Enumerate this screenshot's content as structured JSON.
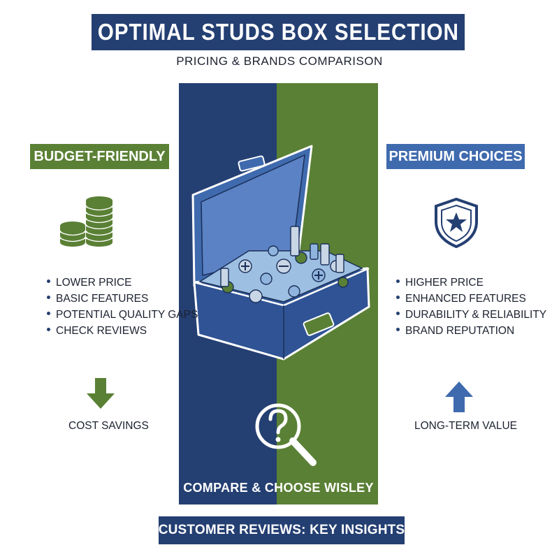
{
  "title": "OPTIMAL STUDS BOX SELECTION",
  "subtitle": "PRICING & BRANDS COMPARISON",
  "colors": {
    "navy": "#243f72",
    "green": "#5a8035",
    "blue": "#3f6aae",
    "lightBlue": "#8fb4dd"
  },
  "center": {
    "caption": "COMPARE & CHOOSE WISLEY",
    "illustration_icon": "parts-box-icon",
    "search_icon": "magnifier-question-icon"
  },
  "budget": {
    "label": "BUDGET-FRIENDLY",
    "icon": "coin-stacks-icon",
    "features": [
      "LOWER PRICE",
      "BASIC FEATURES",
      "POTENTIAL QUALITY GAPS",
      "CHECK REVIEWS"
    ],
    "arrow_icon": "arrow-down-icon",
    "outcome": "COST SAVINGS"
  },
  "premium": {
    "label": "PREMIUM CHOICES",
    "icon": "star-shield-icon",
    "features": [
      "HIGHER PRICE",
      "ENHANCED FEATURES",
      "DURABILITY & RELIABILITY",
      "BRAND REPUTATION"
    ],
    "arrow_icon": "arrow-up-icon",
    "outcome": "LONG-TERM VALUE"
  },
  "footer": "CUSTOMER REVIEWS: KEY INSIGHTS"
}
